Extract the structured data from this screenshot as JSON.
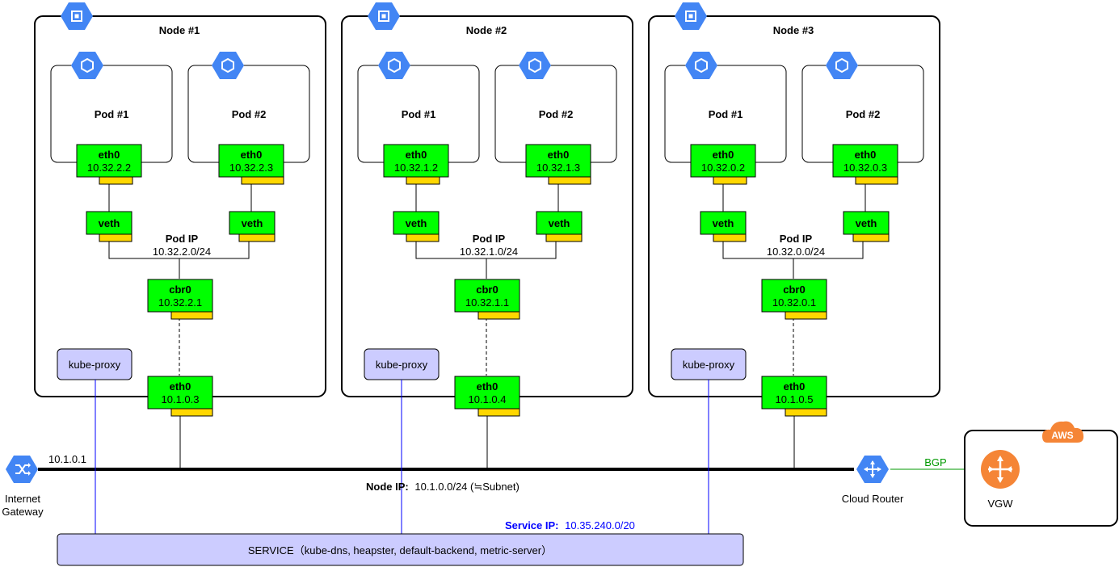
{
  "nodes": [
    {
      "title": "Node #1",
      "pods": [
        {
          "title": "Pod #1",
          "eth_label": "eth0",
          "eth_ip": "10.32.2.2",
          "veth_label": "veth"
        },
        {
          "title": "Pod #2",
          "eth_label": "eth0",
          "eth_ip": "10.32.2.3",
          "veth_label": "veth"
        }
      ],
      "pod_ip_label": "Pod IP",
      "pod_ip_value": "10.32.2.0/24",
      "cbr_label": "cbr0",
      "cbr_ip": "10.32.2.1",
      "kube_proxy": "kube-proxy",
      "eth_label": "eth0",
      "eth_ip": "10.1.0.3"
    },
    {
      "title": "Node #2",
      "pods": [
        {
          "title": "Pod #1",
          "eth_label": "eth0",
          "eth_ip": "10.32.1.2",
          "veth_label": "veth"
        },
        {
          "title": "Pod #2",
          "eth_label": "eth0",
          "eth_ip": "10.32.1.3",
          "veth_label": "veth"
        }
      ],
      "pod_ip_label": "Pod IP",
      "pod_ip_value": "10.32.1.0/24",
      "cbr_label": "cbr0",
      "cbr_ip": "10.32.1.1",
      "kube_proxy": "kube-proxy",
      "eth_label": "eth0",
      "eth_ip": "10.1.0.4"
    },
    {
      "title": "Node #3",
      "pods": [
        {
          "title": "Pod #1",
          "eth_label": "eth0",
          "eth_ip": "10.32.0.2",
          "veth_label": "veth"
        },
        {
          "title": "Pod #2",
          "eth_label": "eth0",
          "eth_ip": "10.32.0.3",
          "veth_label": "veth"
        }
      ],
      "pod_ip_label": "Pod IP",
      "pod_ip_value": "10.32.0.0/24",
      "cbr_label": "cbr0",
      "cbr_ip": "10.32.0.1",
      "kube_proxy": "kube-proxy",
      "eth_label": "eth0",
      "eth_ip": "10.1.0.5"
    }
  ],
  "gateway": {
    "label_line1": "Internet",
    "label_line2": "Gateway",
    "ip": "10.1.0.1"
  },
  "node_ip": {
    "label": "Node IP:",
    "value": "10.1.0.0/24 (≒Subnet)"
  },
  "service_ip": {
    "label": "Service IP:",
    "value": "10.35.240.0/20"
  },
  "service_box": "SERVICE（kube-dns, heapster, default-backend, metric-server）",
  "cloud_router": "Cloud Router",
  "bgp": "BGP",
  "aws": {
    "badge": "AWS",
    "vgw": "VGW"
  },
  "icons": {
    "node": "compute-engine-icon",
    "pod": "kubernetes-pod-icon",
    "gateway": "internet-gateway-icon",
    "router": "cloud-router-icon",
    "vgw": "vgw-router-icon",
    "aws": "aws-cloud-icon"
  },
  "colors": {
    "green": "#00ff00",
    "yellow": "#ffd700",
    "kube_proxy": "#ccccff",
    "gcp_blue": "#4285f4",
    "aws_orange": "#f58536",
    "service_link": "#0000ff",
    "bgp": "#009900"
  }
}
